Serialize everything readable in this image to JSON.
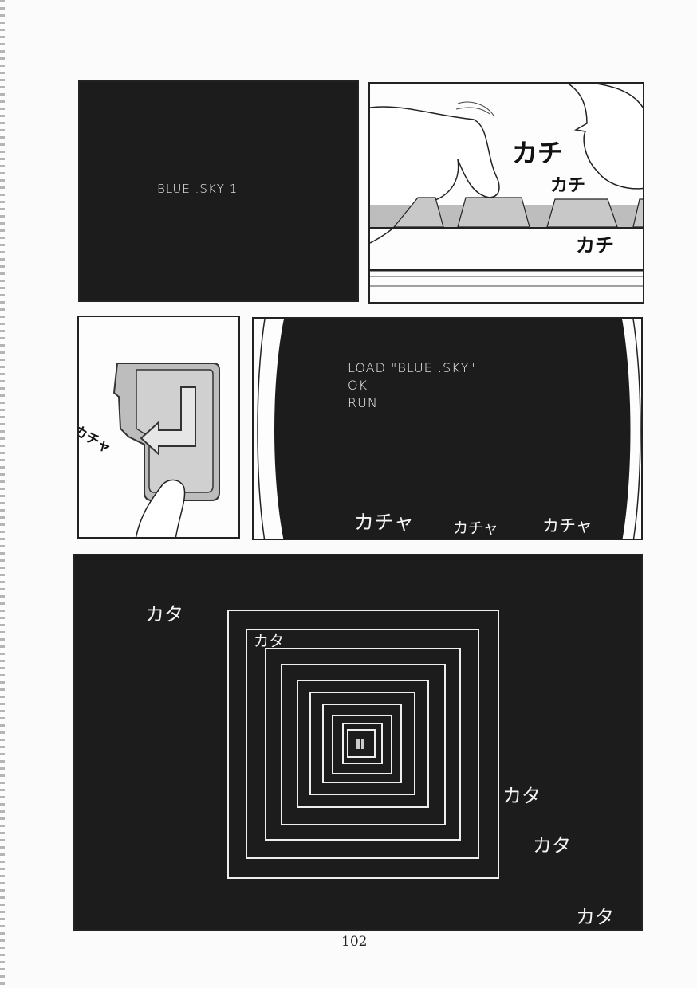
{
  "page_number": "102",
  "panels": {
    "title_screen": {
      "text": "BLUE .SKY 1"
    },
    "typing": {
      "sfx": [
        "カチ",
        "カチ",
        "カチ"
      ]
    },
    "enter_key": {
      "sfx": "カチャ"
    },
    "load_screen": {
      "lines": [
        "LOAD \"BLUE .SKY\"",
        "OK",
        "RUN"
      ],
      "sfx": [
        "カチャ",
        "カチャ",
        "カチャ"
      ]
    },
    "tunnel": {
      "sfx": [
        "カタ",
        "カタ",
        "カタ",
        "カタ",
        "カタ"
      ]
    }
  },
  "colors": {
    "ink": "#1c1c1c",
    "paper": "#fdfdfd",
    "screen_text": "#f2f2f2"
  }
}
